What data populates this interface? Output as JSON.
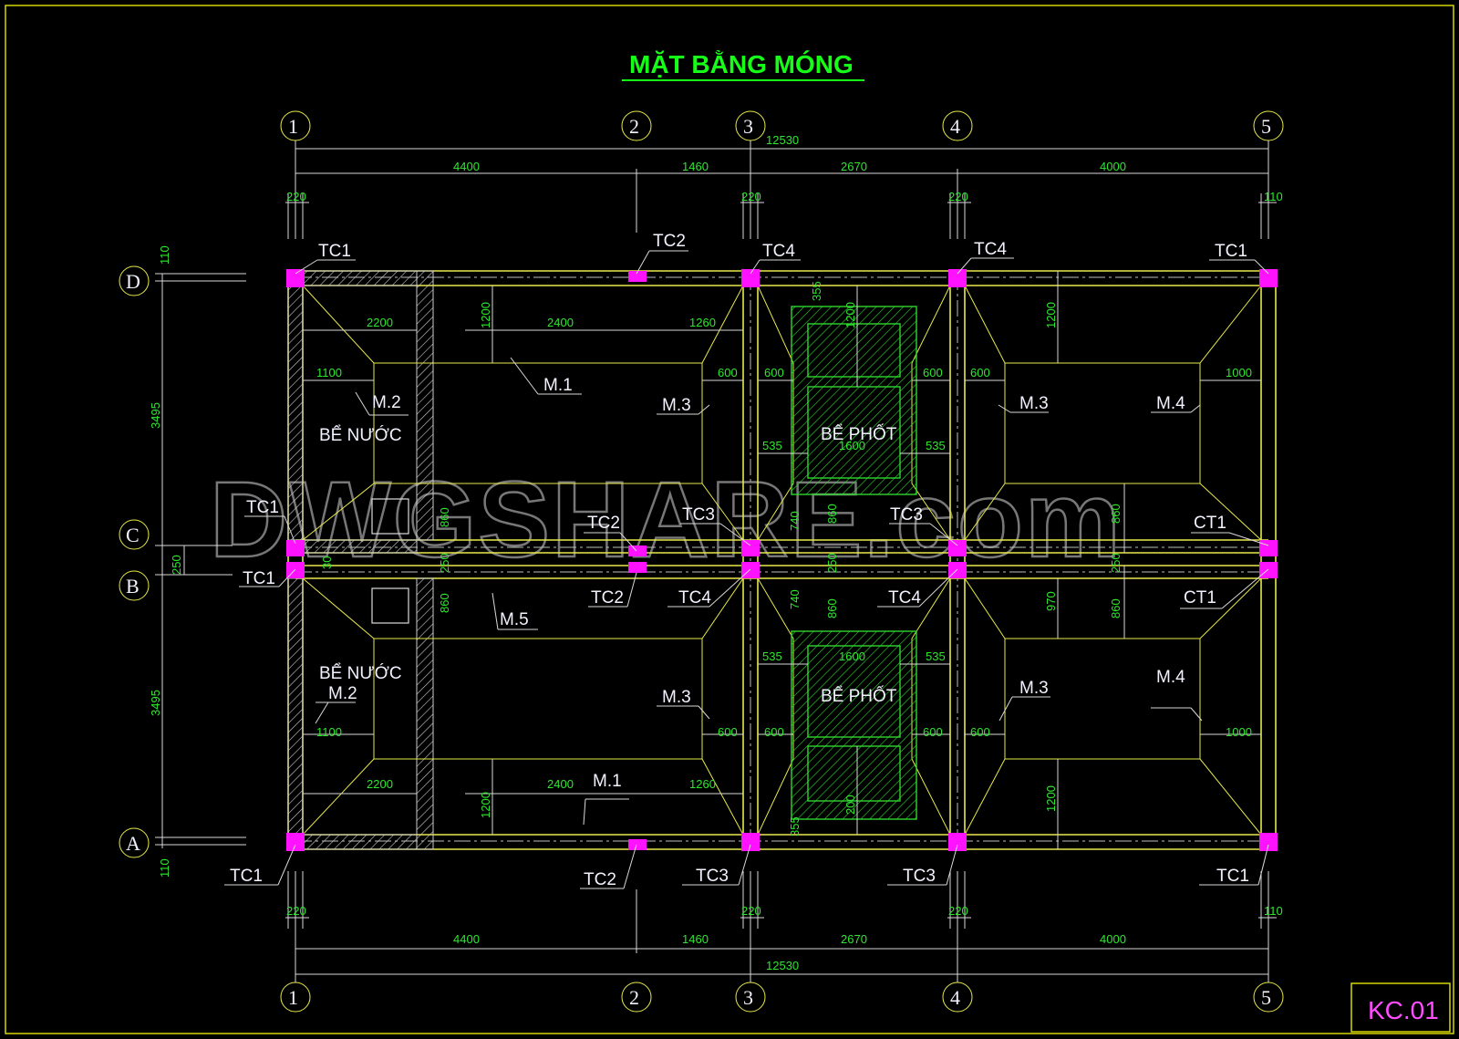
{
  "title": "MẶT BẰNG MÓNG",
  "sheet_code": "KC.01",
  "watermark": "DWGSHARE.com",
  "axes_vertical": [
    "1",
    "2",
    "3",
    "4",
    "5"
  ],
  "axes_horizontal": [
    "D",
    "C",
    "B",
    "A"
  ],
  "dims_top": {
    "total": "12530",
    "seg1": "4400",
    "seg2": "1460",
    "seg3": "2670",
    "seg4": "4000",
    "col1": "220",
    "col3": "220",
    "col4": "220",
    "col5": "110"
  },
  "dims_bottom": {
    "total": "12530",
    "seg1": "4400",
    "seg2": "1460",
    "seg3": "2670",
    "seg4": "4000",
    "col1": "220",
    "col3": "220",
    "col4": "220",
    "col5": "110"
  },
  "dims_left": {
    "d_off": "110",
    "dc": "3495",
    "cb": "250",
    "ba": "3495",
    "a_off": "110"
  },
  "interior_dims": [
    "2200",
    "2400",
    "1260",
    "1200",
    "1100",
    "600",
    "600",
    "1200",
    "600",
    "600",
    "1200",
    "1000",
    "535",
    "1600",
    "535",
    "355",
    "860",
    "740",
    "860",
    "860",
    "250",
    "250",
    "250",
    "30",
    "860",
    "740",
    "860",
    "970",
    "860",
    "535",
    "1600",
    "535",
    "1100",
    "600",
    "600",
    "600",
    "600",
    "1000",
    "2200",
    "2400",
    "1260",
    "1200",
    "200",
    "355",
    "1200"
  ],
  "column_labels": {
    "d1": "TC1",
    "d2": "TC2",
    "d3": "TC4",
    "d4": "TC4",
    "d5": "TC1",
    "c1": "TC1",
    "c2": "TC2",
    "c3": "TC3",
    "c4": "TC3",
    "c5": "CT1",
    "b1": "TC1",
    "b2": "TC2",
    "b3": "TC4",
    "b4": "TC4",
    "b5": "CT1",
    "a1": "TC1",
    "a2": "TC2",
    "a3": "TC3",
    "a4": "TC3",
    "a5": "TC1"
  },
  "footing_labels": {
    "m1_top": "M.1",
    "m2_top": "M.2",
    "m3_top_a": "M.3",
    "m3_top_b": "M.3",
    "m4_top": "M.4",
    "m5": "M.5",
    "m1_bot": "M.1",
    "m2_bot": "M.2",
    "m3_bot_a": "M.3",
    "m3_bot_b": "M.3",
    "m4_bot": "M.4"
  },
  "room_labels": {
    "water_top": "BỂ NƯỚC",
    "water_bot": "BỂ NƯỚC",
    "septic_top": "BỂ PHỐT",
    "septic_bot": "BỂ PHỐT"
  },
  "colors": {
    "background": "#000000",
    "structure": "#e8e84a",
    "dimension": "#2fd72f",
    "column": "#ff12ff",
    "text": "#f2f2ff",
    "title": "#16ff16"
  }
}
